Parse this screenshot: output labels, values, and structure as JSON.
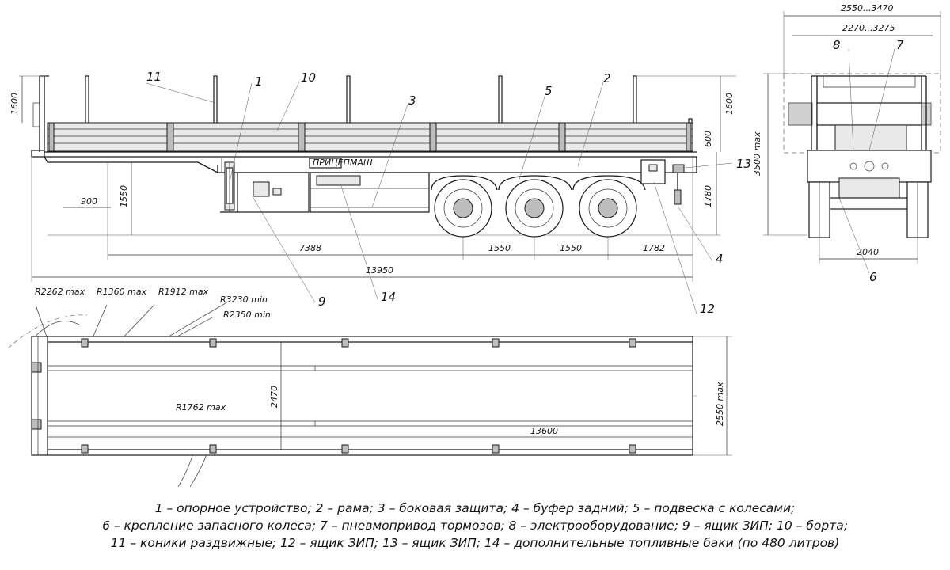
{
  "dimensions": {
    "side_height_stakes": "1600",
    "side_height_board": "600",
    "side_height_stakes_right": "1600",
    "front_overhang": "900",
    "deck_height": "1550",
    "height_1780": "1780",
    "kingpin_to_axle": "7388",
    "axle_spacing_1": "1550",
    "axle_spacing_2": "1550",
    "rear_overhang": "1782",
    "overall_length": "13950",
    "rear_width_max": "2550...3470",
    "rear_width_inner": "2270...3275",
    "rear_height_max": "3500 max",
    "track_width": "2040",
    "top_radius_1": "R2262 max",
    "top_radius_2": "R1360 max",
    "top_radius_3": "R1912 max",
    "top_radius_4": "R3230 min",
    "top_radius_5": "R2350 min",
    "top_radius_6": "R1762 max",
    "platform_inner_width": "2470",
    "platform_length": "13600",
    "platform_width": "2550 max"
  },
  "callouts": {
    "c1": "1",
    "c2": "2",
    "c3": "3",
    "c4": "4",
    "c5": "5",
    "c6": "6",
    "c7": "7",
    "c8": "8",
    "c9": "9",
    "c10": "10",
    "c11": "11",
    "c12": "12",
    "c13": "13",
    "c14": "14"
  },
  "plate_text": "ПРИЦЕПМАШ",
  "legend": {
    "line1": "1 – опорное устройство; 2 – рама; 3 – боковая защита; 4 – буфер задний; 5 – подвеска с колесами;",
    "line2": "6 – крепление запасного колеса; 7 – пневмопривод тормозов; 8 – электрооборудование; 9 – ящик ЗИП; 10 – борта;",
    "line3": "11 – коники раздвижные; 12 – ящик ЗИП; 13 – ящик ЗИП; 14 – дополнительные топливные баки (по 480 литров)"
  }
}
